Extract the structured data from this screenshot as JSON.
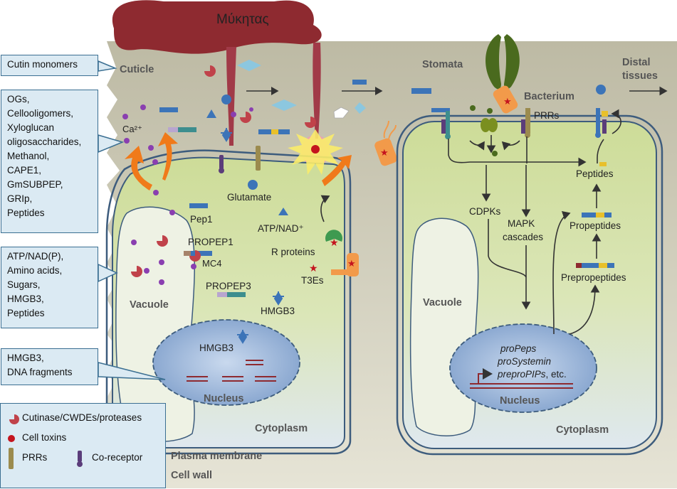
{
  "top_label": "Μύκητας",
  "cell_left": {
    "cuticle": "Cuticle",
    "ca": "Ca²⁺",
    "glutamate": "Glutamate",
    "pep1": "Pep1",
    "atp_nad": "ATP/NAD⁺",
    "propep1": "PROPEP1",
    "mc4": "MC4",
    "r_proteins": "R proteins",
    "t3es": "T3Es",
    "propep3": "PROPEP3",
    "hmgb3_cyto": "HMGB3",
    "hmgb3_nuc": "HMGB3",
    "vacuole": "Vacuole",
    "nucleus": "Nucleus",
    "cytoplasm": "Cytoplasm",
    "plasma_membrane": "Plasma membrane",
    "cell_wall": "Cell wall"
  },
  "cell_right": {
    "stomata": "Stomata",
    "distal_1": "Distal",
    "distal_2": "tissues",
    "bacterium": "Bacterium",
    "prrs": "PRRs",
    "cdpks": "CDPKs",
    "mapk_1": "MAPK",
    "mapk_2": "cascades",
    "peptides": "Peptides",
    "propeptides": "Propeptides",
    "prepropeptides": "Prepropeptides",
    "vacuole": "Vacuole",
    "nucleus": "Nucleus",
    "cytoplasm": "Cytoplasm",
    "gene_1": "proPeps",
    "gene_2": "proSystemin",
    "gene_3a": "preproPIPs",
    "gene_3b": ", etc."
  },
  "callouts": {
    "cutin": [
      "Cutin monomers"
    ],
    "ogs": [
      "OGs,",
      "Cellooligomers,",
      "Xyloglucan",
      "oligosaccharides,",
      "Methanol,",
      "CAPE1,",
      "GmSUBPEP,",
      "GRIp,",
      "Peptides"
    ],
    "atp": [
      "ATP/NAD(P),",
      "Amino acids,",
      "Sugars,",
      "HMGB3,",
      "Peptides"
    ],
    "hmgb": [
      "HMGB3,",
      "DNA fragments"
    ]
  },
  "legend": {
    "cutinase": "Cutinase/CWDEs/proteases",
    "toxins": "Cell toxins",
    "prrs": "PRRs",
    "coreceptor": "Co-receptor"
  },
  "colors": {
    "cuticle": "#c9c7b4",
    "cell_fill": "#d5e2a8",
    "membrane": "#3d5c7d",
    "vacuole": "#eef2e4",
    "nucleus": "#8fb0d8",
    "fungus": "#8e2a30",
    "orange": "#f07a1a",
    "callout": "#dbeaf3"
  }
}
